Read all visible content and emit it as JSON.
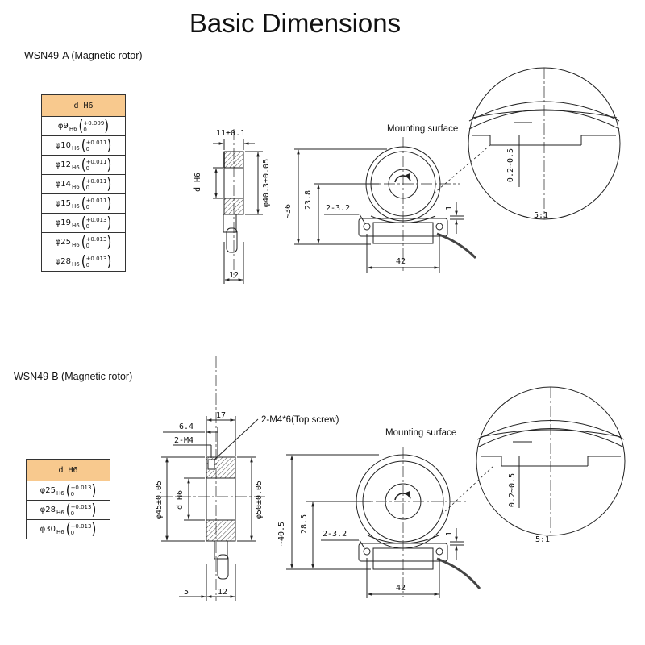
{
  "title": "Basic Dimensions",
  "section_a": {
    "model": "WSN49-A (Magnetic rotor)",
    "table_header": "d H6",
    "rows": [
      {
        "dia": "φ9",
        "tol_upper": "+0.009",
        "tol_lower": "0"
      },
      {
        "dia": "φ10",
        "tol_upper": "+0.011",
        "tol_lower": "0"
      },
      {
        "dia": "φ12",
        "tol_upper": "+0.011",
        "tol_lower": "0"
      },
      {
        "dia": "φ14",
        "tol_upper": "+0.011",
        "tol_lower": "0"
      },
      {
        "dia": "φ15",
        "tol_upper": "+0.011",
        "tol_lower": "0"
      },
      {
        "dia": "φ19",
        "tol_upper": "+0.013",
        "tol_lower": "0"
      },
      {
        "dia": "φ25",
        "tol_upper": "+0.013",
        "tol_lower": "0"
      },
      {
        "dia": "φ28",
        "tol_upper": "+0.013",
        "tol_lower": "0"
      }
    ],
    "dims": {
      "width": "11±0.1",
      "bore": "d H6",
      "outer_dia": "φ40.3±0.05",
      "base": "12",
      "height_total": "~36",
      "height_center": "23.8",
      "holes": "2-3.2",
      "span": "42",
      "gap": "1"
    },
    "mounting_surface": "Mounting surface",
    "gap_range": "0.2~0.5",
    "scale": "5:1"
  },
  "section_b": {
    "model": "WSN49-B (Magnetic rotor)",
    "table_header": "d H6",
    "rows": [
      {
        "dia": "φ25",
        "tol_upper": "+0.013",
        "tol_lower": "0"
      },
      {
        "dia": "φ28",
        "tol_upper": "+0.013",
        "tol_lower": "0"
      },
      {
        "dia": "φ30",
        "tol_upper": "+0.013",
        "tol_lower": "0"
      }
    ],
    "dims": {
      "width": "17",
      "offset": "6.4",
      "thread": "2-M4",
      "screw_note": "2-M4*6(Top screw)",
      "outer_dia_1": "φ45±0.05",
      "bore": "d H6",
      "outer_dia_2": "φ50±0.05",
      "left_gap": "5",
      "base": "12",
      "height_total": "~40.5",
      "height_center": "28.5",
      "holes": "2-3.2",
      "span": "42",
      "gap": "1"
    },
    "mounting_surface": "Mounting surface",
    "gap_range": "0.2~0.5",
    "scale": "5:1"
  },
  "colors": {
    "table_header": "#f8c98e",
    "line": "#222222"
  }
}
